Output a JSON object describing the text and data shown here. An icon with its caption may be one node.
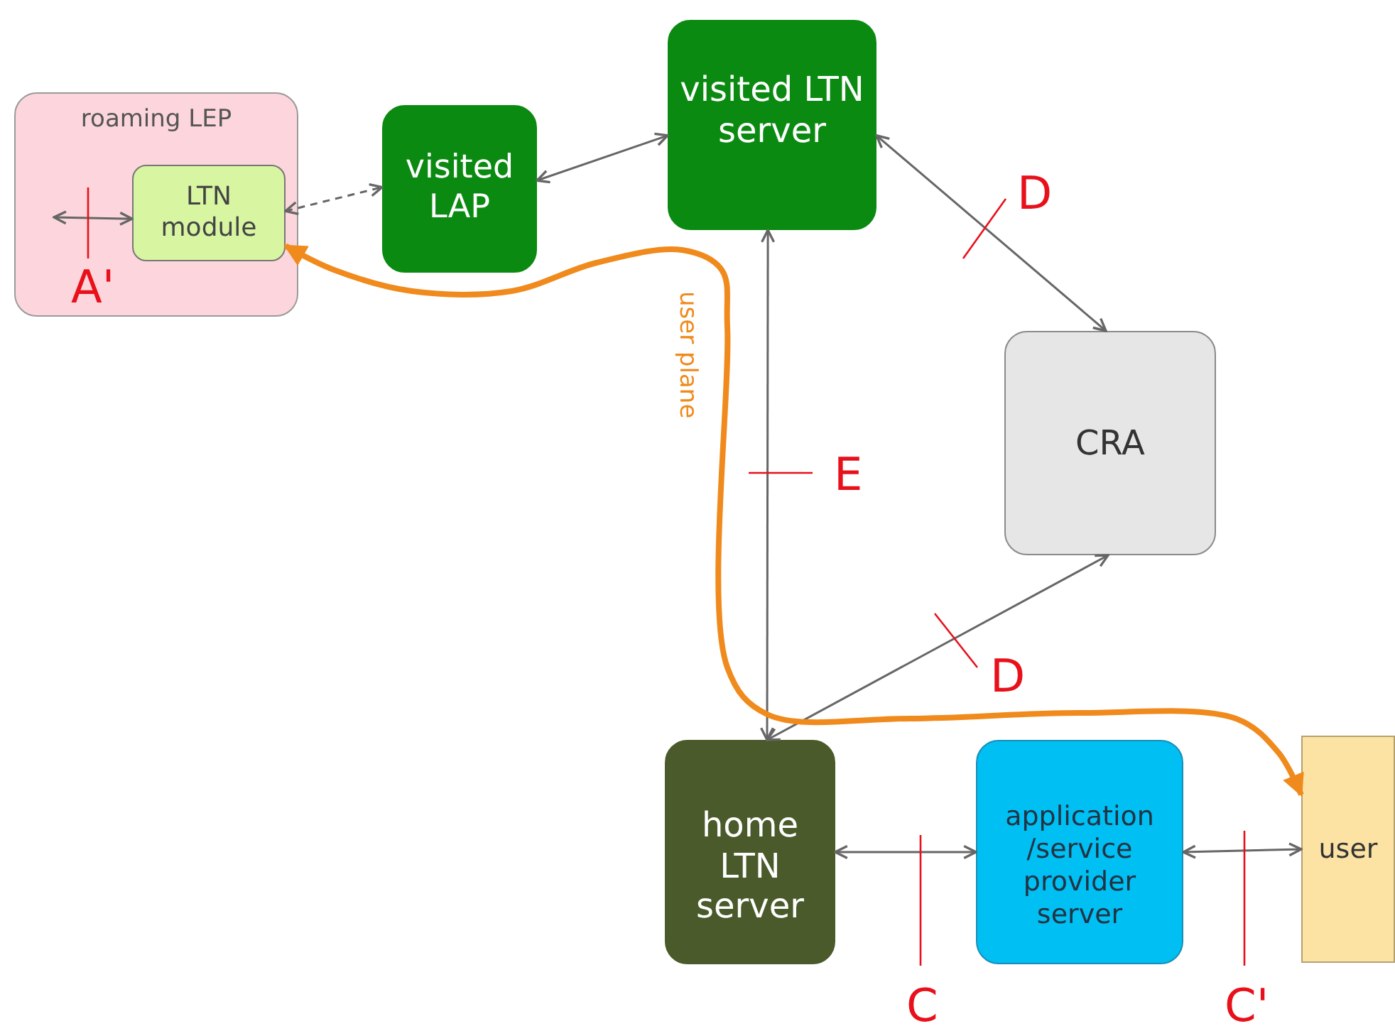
{
  "diagram": {
    "nodes": [
      {
        "text": [
          "roaming LEP"
        ]
      },
      {
        "text": [
          "LTN module"
        ],
        "in": 0
      },
      {
        "text": [
          "visited LAP"
        ]
      },
      {
        "text": [
          "visited LTN server"
        ]
      },
      {
        "text": [
          "CRA"
        ]
      },
      {
        "text": [
          "home LTN server"
        ]
      },
      {
        "text": [
          "application /service provider server"
        ]
      },
      {
        "text": [
          "user"
        ]
      }
    ],
    "edges": [
      {
        "from": null,
        "to": 1,
        "arrow": "both"
      },
      {
        "from": 1,
        "to": 2,
        "arrow": "both",
        "style": "dashed"
      },
      {
        "from": 2,
        "to": 3,
        "arrow": "both"
      },
      {
        "from": 3,
        "to": 4,
        "arrow": "both"
      },
      {
        "from": 3,
        "to": 5,
        "arrow": "both"
      },
      {
        "from": 4,
        "to": 5,
        "arrow": "both"
      },
      {
        "from": 5,
        "to": 6,
        "arrow": "both"
      },
      {
        "from": 6,
        "to": 7,
        "arrow": "both"
      },
      {
        "from": 1,
        "to": 7,
        "arrow": "both",
        "style": "thick",
        "color": "#f08a1c",
        "label": "user plane"
      }
    ],
    "labels": [
      "D",
      "A'",
      "E",
      "D",
      "C",
      "C'"
    ]
  }
}
